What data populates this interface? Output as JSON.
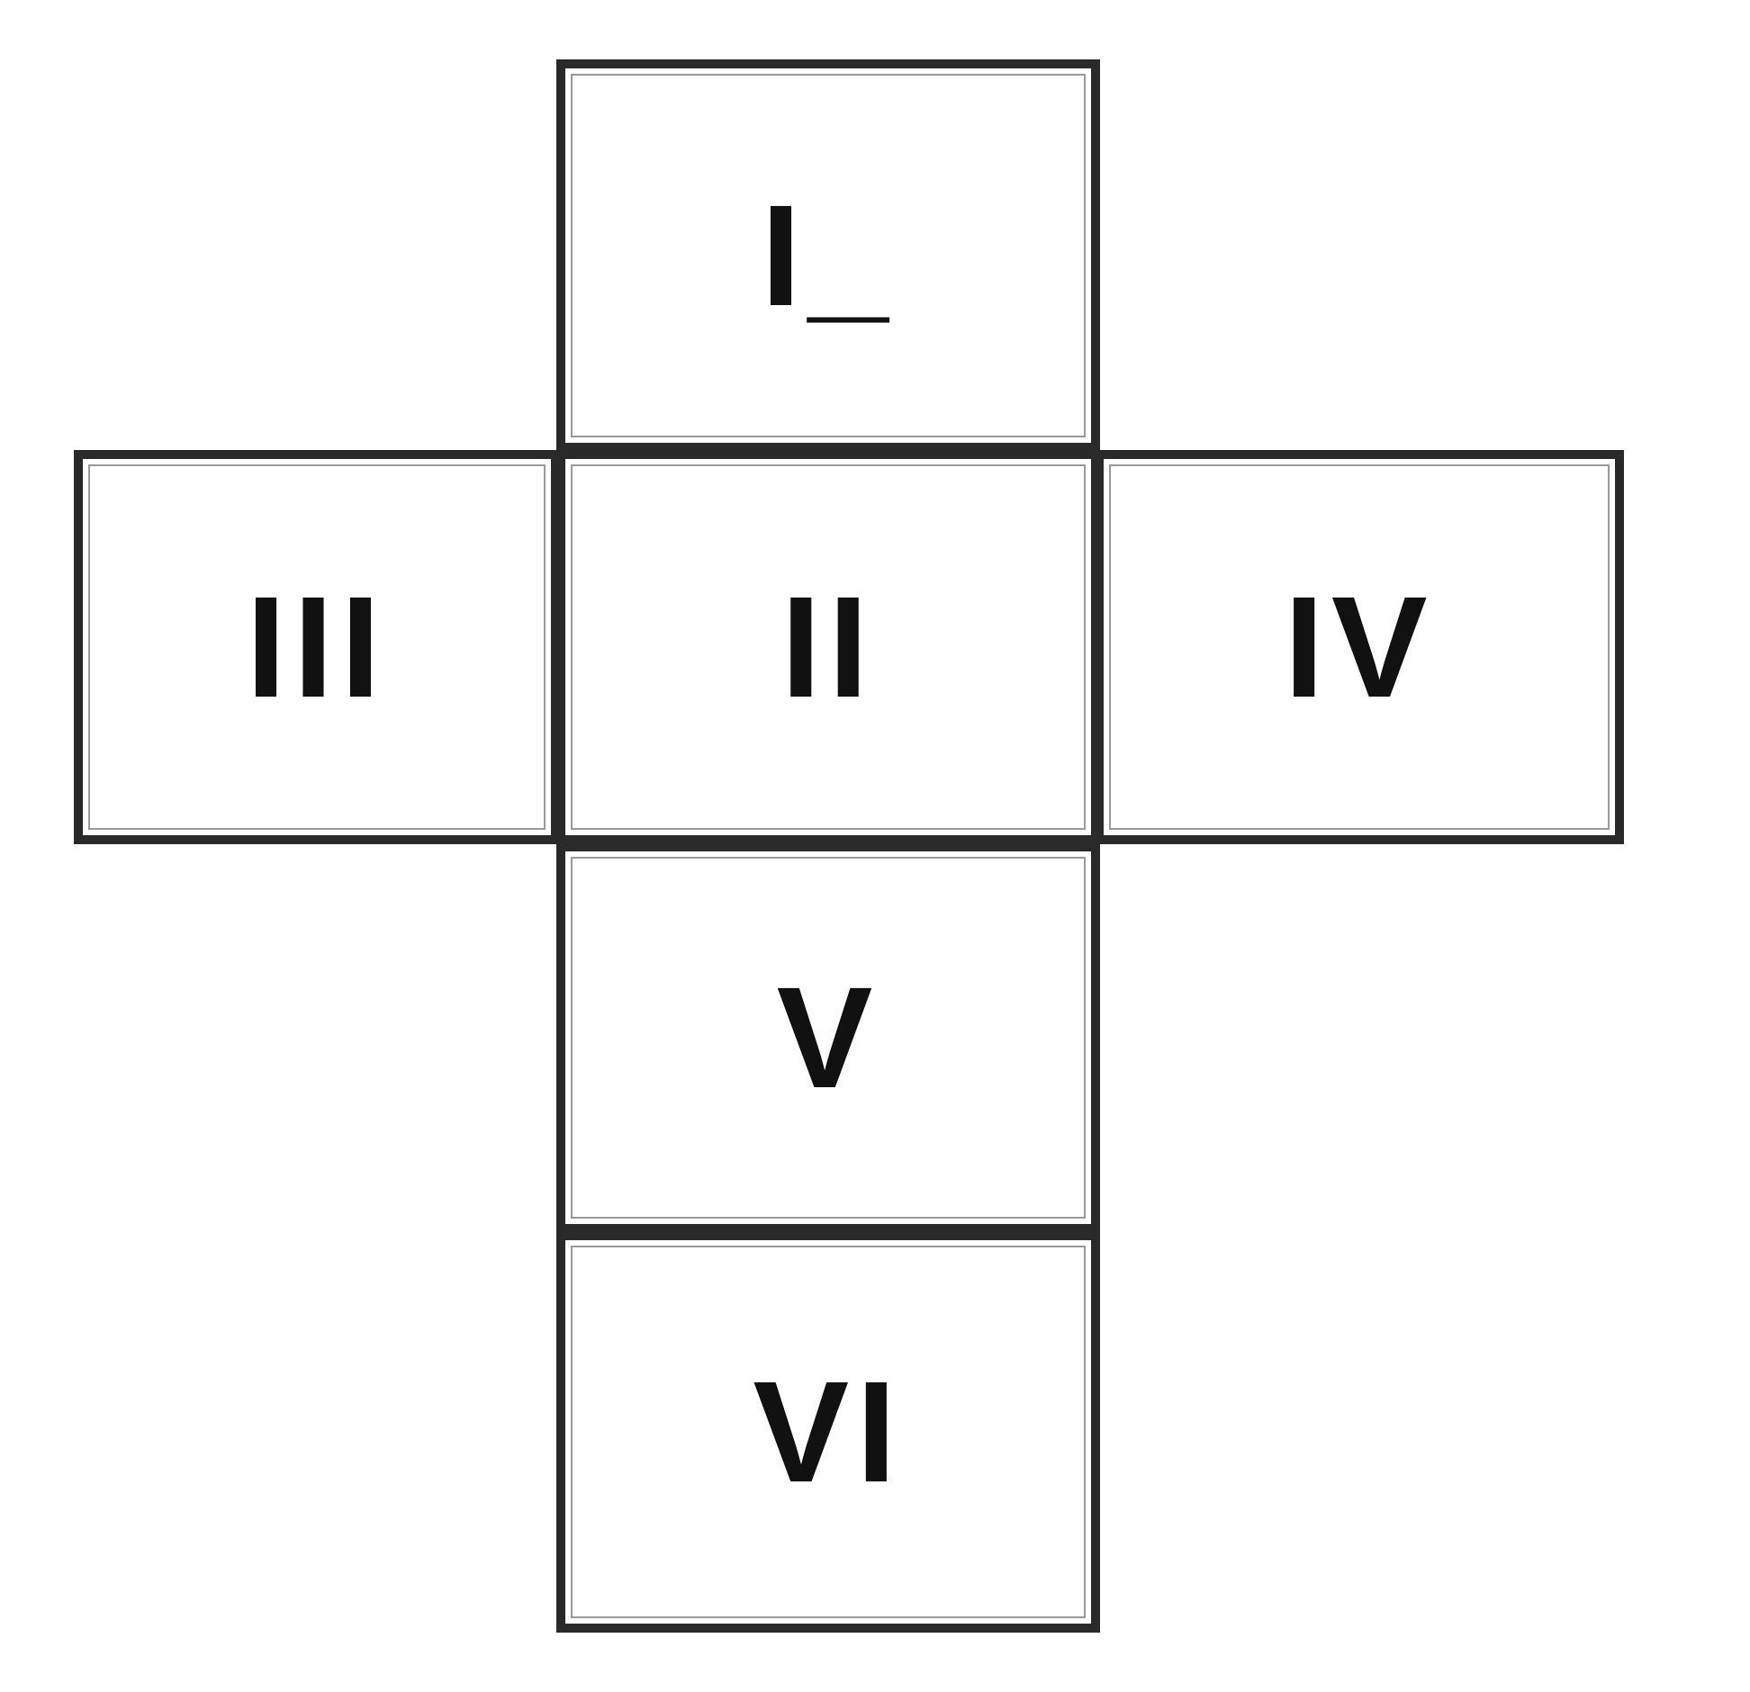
{
  "net": {
    "faces": [
      {
        "id": "face-1",
        "label": "I_"
      },
      {
        "id": "face-2",
        "label": "II"
      },
      {
        "id": "face-3",
        "label": "III"
      },
      {
        "id": "face-4",
        "label": "IV"
      },
      {
        "id": "face-5",
        "label": "V"
      },
      {
        "id": "face-6",
        "label": "VI"
      }
    ]
  }
}
